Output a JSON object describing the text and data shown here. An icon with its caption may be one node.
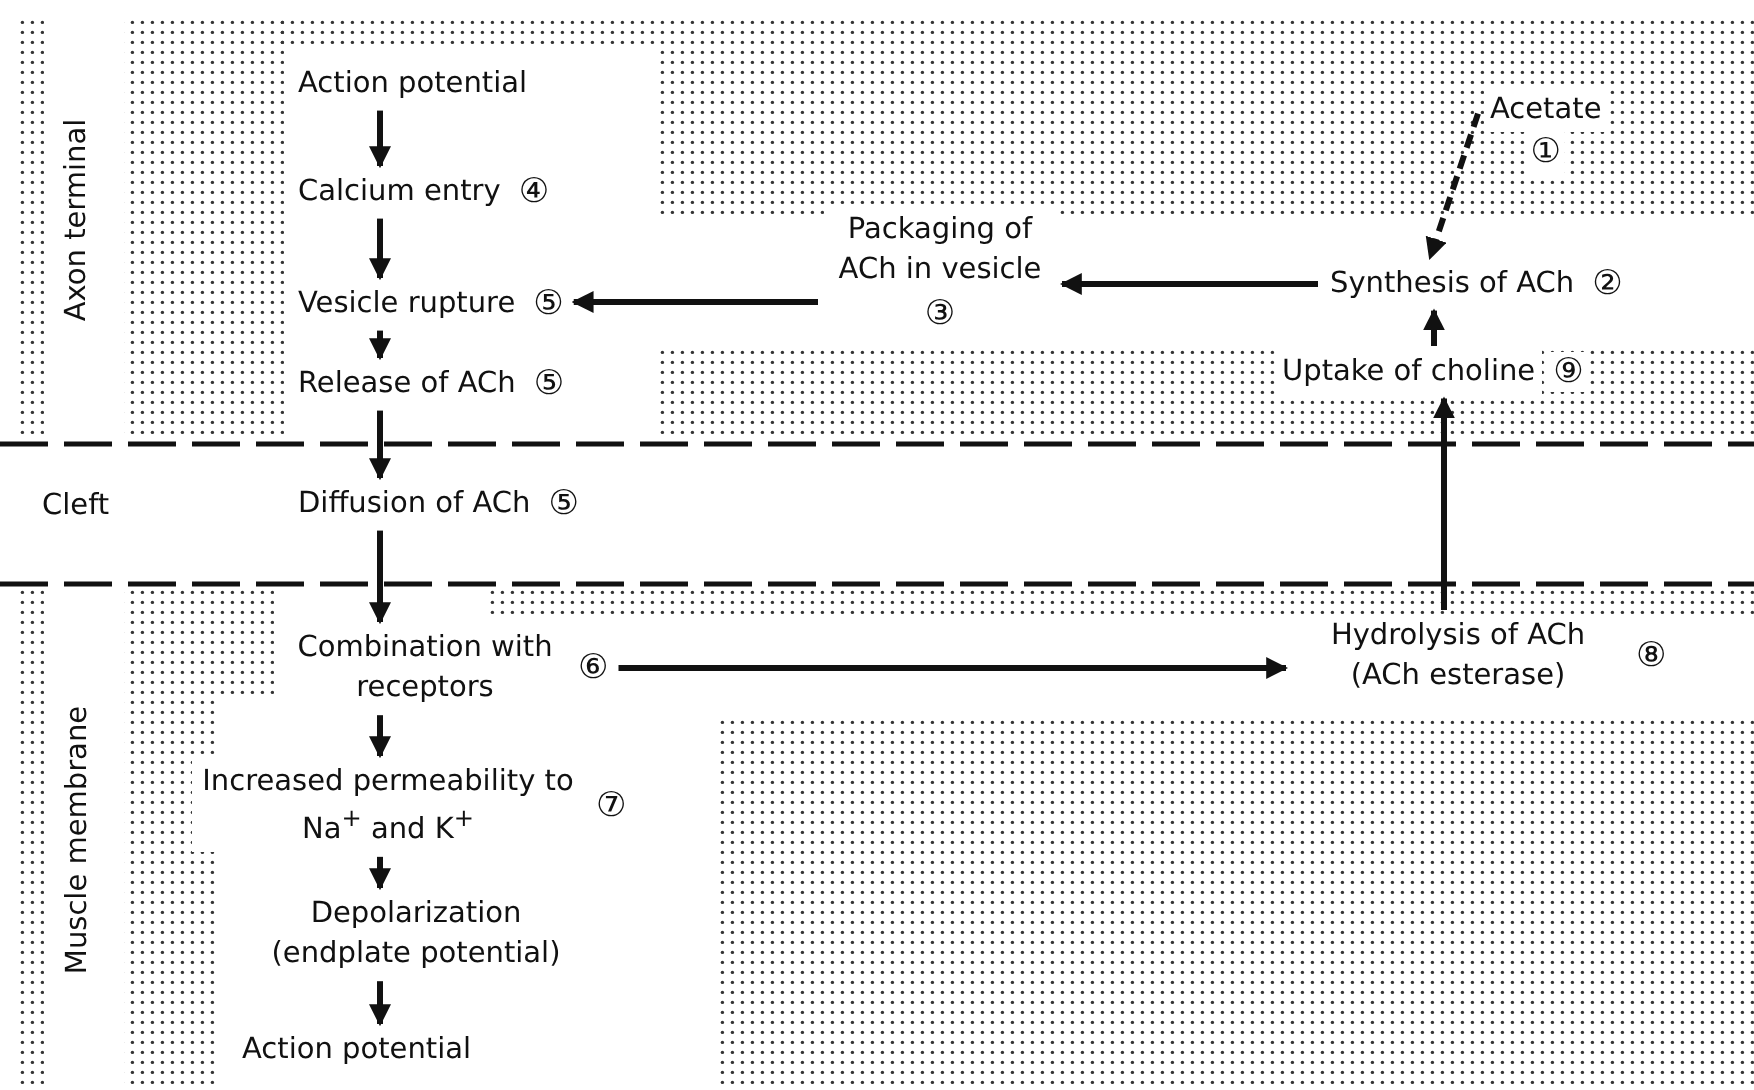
{
  "diagram": {
    "nodes": [
      {
        "text": [
          "Action potential"
        ]
      },
      {
        "text": [
          "Calcium entry"
        ],
        "beside": [
          "④"
        ]
      },
      {
        "text": [
          "Vesicle rupture"
        ],
        "beside": [
          "⑤"
        ]
      },
      {
        "text": [
          "Release of ACh"
        ],
        "beside": [
          "⑤"
        ]
      },
      {
        "text": [
          "Diffusion of ACh"
        ],
        "beside": [
          "⑤"
        ]
      },
      {
        "text": [
          "Combination with receptors"
        ],
        "beside": [
          "⑥"
        ]
      },
      {
        "text": [
          "Increased permeability to Na$^{+}$ and K$^{+}$"
        ],
        "beside": [
          "⑦"
        ]
      },
      {
        "text": [
          "Depolarization (endplate potential)"
        ]
      },
      {
        "text": [
          "Action potential"
        ]
      },
      {
        "text": [
          "Acetate"
        ],
        "beside": [
          "①"
        ]
      },
      {
        "text": [
          "Synthesis of ACh"
        ],
        "beside": [
          "②"
        ]
      },
      {
        "text": [
          "Packaging of ACh in vesicle"
        ],
        "beside": [
          "③"
        ]
      },
      {
        "text": [
          "Uptake of choline"
        ],
        "beside": [
          "⑨"
        ]
      },
      {
        "text": [
          "Hydrolysis of ACh (ACh esterase)"
        ],
        "beside": [
          "⑧"
        ]
      }
    ],
    "edges": [
      {
        "from": 0,
        "to": 1,
        "arrow": "to"
      },
      {
        "from": 1,
        "to": 2,
        "arrow": "to"
      },
      {
        "from": 2,
        "to": 3,
        "arrow": "to"
      },
      {
        "from": 3,
        "to": 4,
        "arrow": "to"
      },
      {
        "from": 4,
        "to": 5,
        "arrow": "to"
      },
      {
        "from": 5,
        "to": 6,
        "arrow": "to"
      },
      {
        "from": 6,
        "to": 7,
        "arrow": "to"
      },
      {
        "from": 7,
        "to": 8,
        "arrow": "to"
      },
      {
        "from": 9,
        "to": 10,
        "arrow": "to",
        "style": "dashed"
      },
      {
        "from": 10,
        "to": 11,
        "arrow": "to"
      },
      {
        "from": 11,
        "to": 2,
        "arrow": "to"
      },
      {
        "from": 12,
        "to": 10,
        "arrow": "to"
      },
      {
        "from": 13,
        "to": 12,
        "arrow": "to"
      },
      {
        "from": 5,
        "to": 13,
        "arrow": "to"
      }
    ],
    "labels": [
      "Axon terminal",
      "Cleft",
      "Muscle membrane"
    ]
  }
}
